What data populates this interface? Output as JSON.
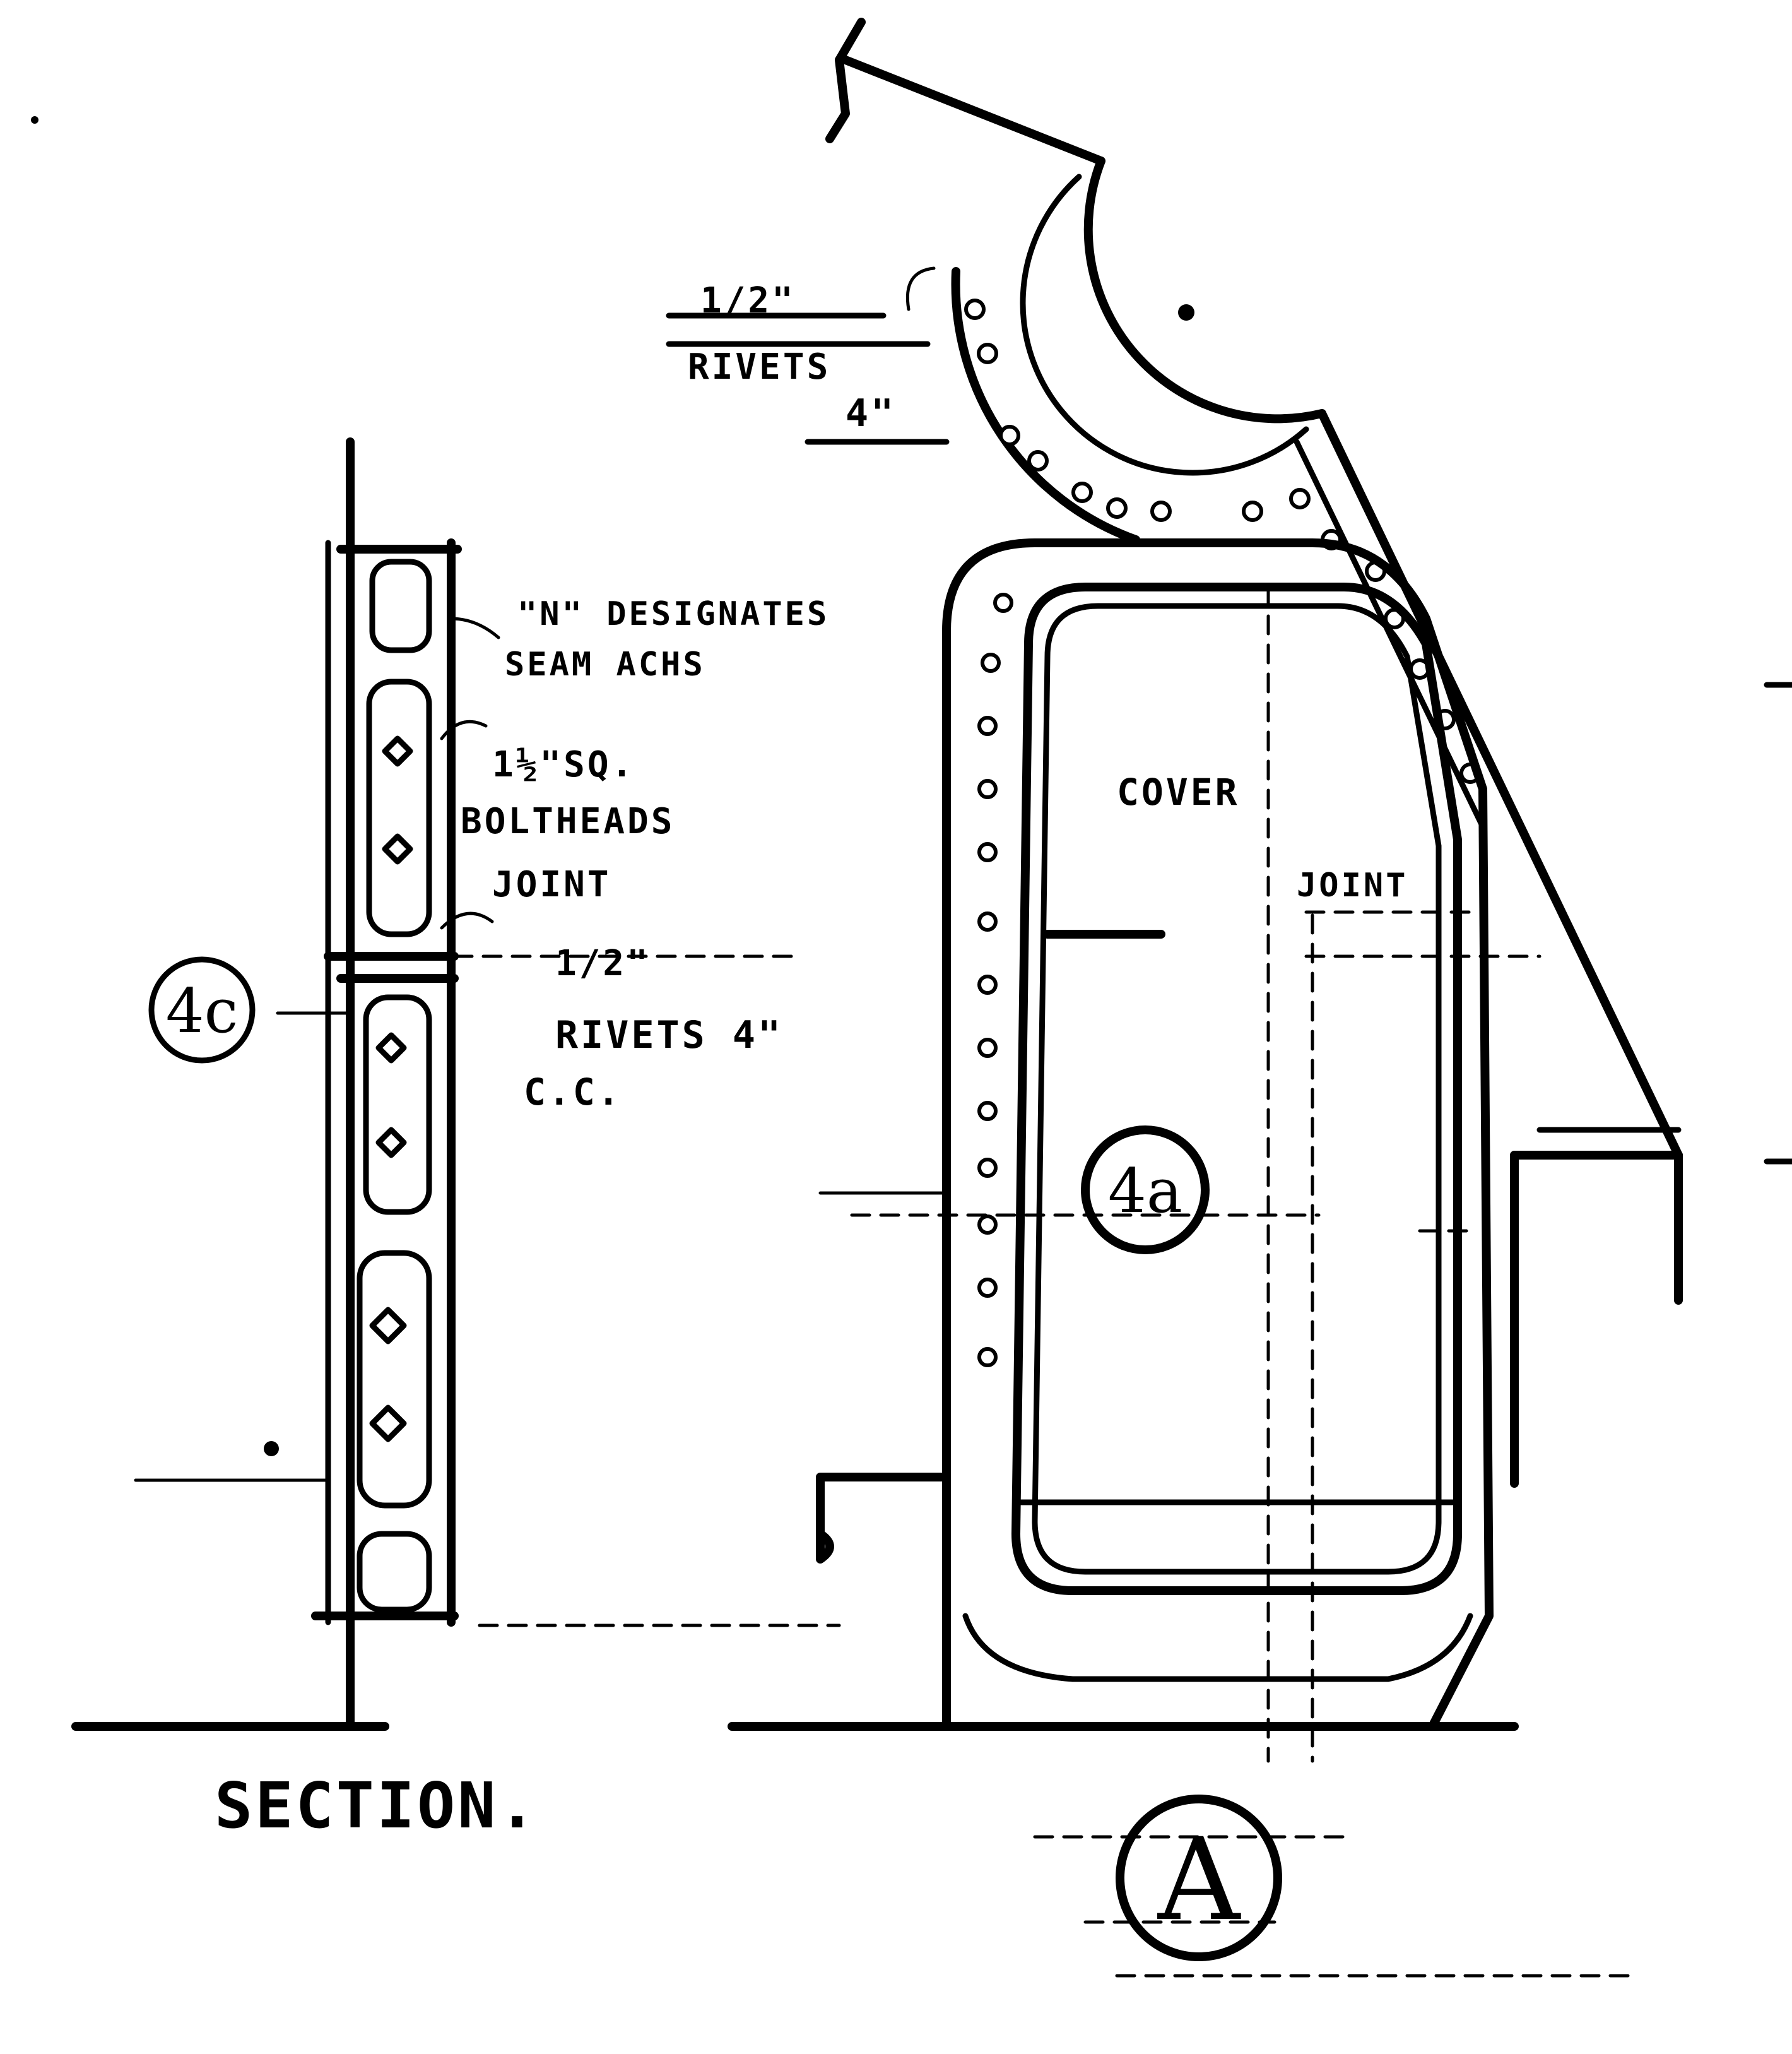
{
  "labels": {
    "rivets_top_size": "1/2\"",
    "rivets_top": "RIVETS",
    "rivets_top_pitch": "4\"",
    "designates_line1": "\"N\" DESIGNATES",
    "designates_line2": "SEAM ACHS",
    "bolt_heads_line1": "1½\"SQ.",
    "bolt_heads_line2": "BOLTHEADS",
    "joint_left": "JOINT",
    "rivets_mid_size": "1/2\"",
    "rivets_mid": "RIVETS 4\"",
    "rivets_mid_note": "C.C.",
    "cover": "COVER",
    "joint_right": "JOINT",
    "section_title": "SECTION."
  },
  "callouts": {
    "left_bubble": "4c",
    "center_bubble": "4a",
    "detail_marker": "A"
  }
}
